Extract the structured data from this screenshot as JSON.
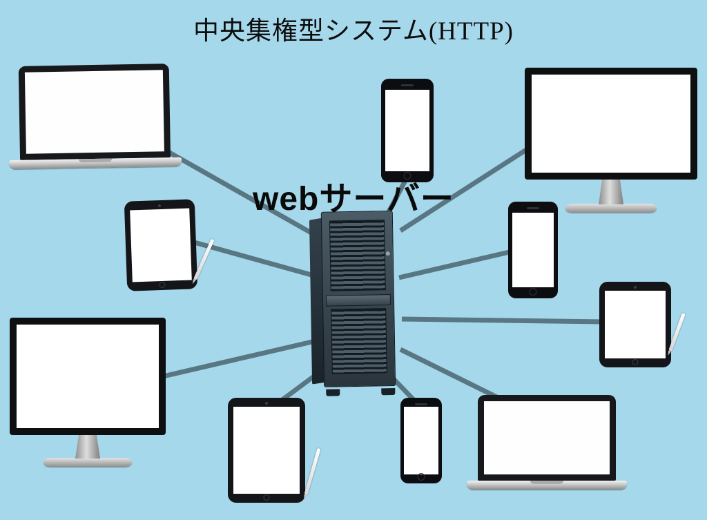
{
  "title": "中央集権型システム(HTTP)",
  "server": {
    "name": "web-server",
    "label": "webサーバー"
  },
  "colors": {
    "background": "#a6d8eb",
    "connection_line": "#597683",
    "device_bezel": "#16181b",
    "screen": "#ffffff",
    "server_body": "#3a474f"
  },
  "devices": [
    {
      "id": "laptop-top-left",
      "type": "laptop"
    },
    {
      "id": "smartphone-top-center",
      "type": "smartphone"
    },
    {
      "id": "monitor-top-right",
      "type": "monitor"
    },
    {
      "id": "tablet-left",
      "type": "tablet"
    },
    {
      "id": "smartphone-right",
      "type": "smartphone"
    },
    {
      "id": "tablet-right",
      "type": "tablet"
    },
    {
      "id": "monitor-bottom-left",
      "type": "monitor"
    },
    {
      "id": "tablet-bottom-center",
      "type": "tablet"
    },
    {
      "id": "smartphone-bottom-center",
      "type": "smartphone"
    },
    {
      "id": "laptop-bottom-right",
      "type": "laptop"
    }
  ],
  "connections": [
    {
      "from": "web-server",
      "to": "laptop-top-left"
    },
    {
      "from": "web-server",
      "to": "smartphone-top-center"
    },
    {
      "from": "web-server",
      "to": "monitor-top-right"
    },
    {
      "from": "web-server",
      "to": "tablet-left"
    },
    {
      "from": "web-server",
      "to": "smartphone-right"
    },
    {
      "from": "web-server",
      "to": "tablet-right"
    },
    {
      "from": "web-server",
      "to": "monitor-bottom-left"
    },
    {
      "from": "web-server",
      "to": "tablet-bottom-center"
    },
    {
      "from": "web-server",
      "to": "smartphone-bottom-center"
    },
    {
      "from": "web-server",
      "to": "laptop-bottom-right"
    }
  ]
}
